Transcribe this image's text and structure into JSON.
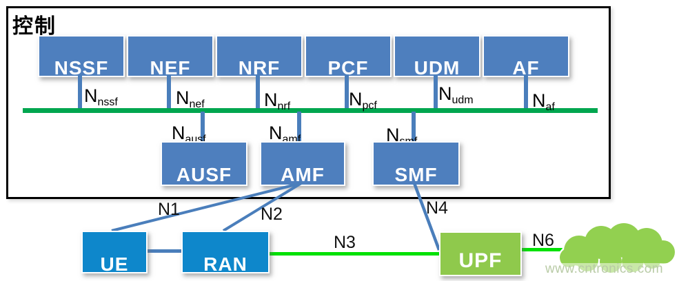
{
  "colors": {
    "node_blue": "#4E7FBE",
    "access_blue": "#0E87CB",
    "upf_green": "#8FC94C",
    "cloud_green": "#92D050",
    "bus_green": "#00A64F",
    "data_link_green": "#00E104",
    "link_blue": "#4A7EBB",
    "border_black": "#000000",
    "watermark_green": "#b9cba6"
  },
  "control_plane": {
    "title": "控制",
    "nodes": [
      {
        "label": "NSSF",
        "iface_base": "N",
        "iface_sub": "nssf"
      },
      {
        "label": "NEF",
        "iface_base": "N",
        "iface_sub": "nef"
      },
      {
        "label": "NRF",
        "iface_base": "N",
        "iface_sub": "nrf"
      },
      {
        "label": "PCF",
        "iface_base": "N",
        "iface_sub": "pcf"
      },
      {
        "label": "UDM",
        "iface_base": "N",
        "iface_sub": "udm"
      },
      {
        "label": "AF",
        "iface_base": "N",
        "iface_sub": "af"
      }
    ],
    "service_nodes": [
      {
        "label": "AUSF",
        "iface_base": "N",
        "iface_sub": "ausf"
      },
      {
        "label": "AMF",
        "iface_base": "N",
        "iface_sub": "amf"
      },
      {
        "label": "SMF",
        "iface_base": "N",
        "iface_sub": "smf"
      }
    ]
  },
  "user_plane": {
    "nodes": [
      {
        "label": "UE"
      },
      {
        "label": "RAN"
      },
      {
        "label": "UPF"
      }
    ]
  },
  "links": {
    "n1": "N1",
    "n2": "N2",
    "n3": "N3",
    "n4": "N4",
    "n6": "N6"
  },
  "watermark": "www.cntronics.com"
}
